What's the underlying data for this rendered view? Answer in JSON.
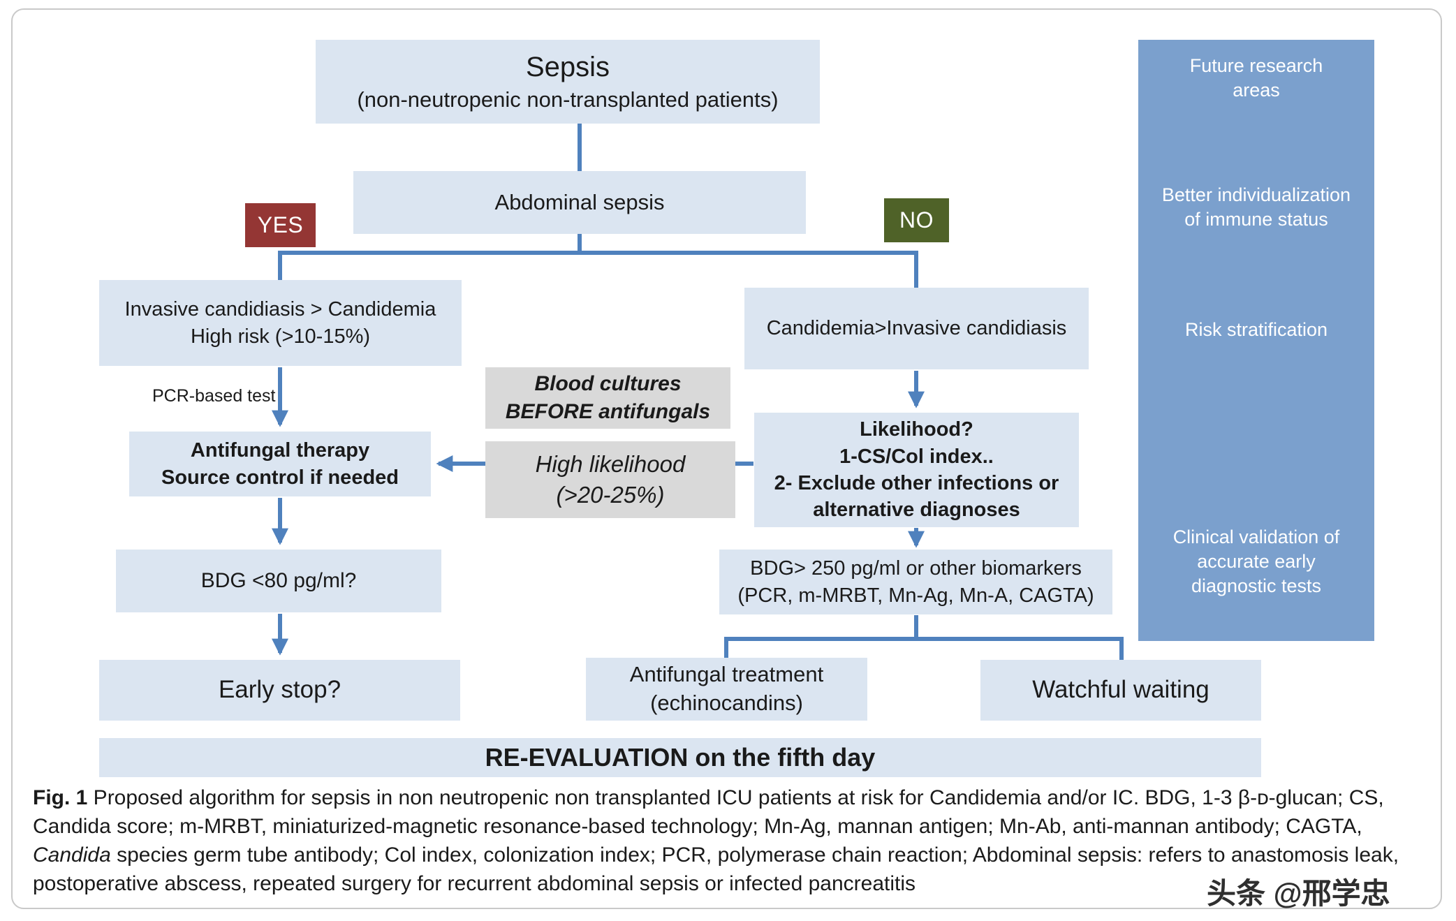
{
  "colors": {
    "box_fill": "#dbe5f1",
    "gray_fill": "#d9d9d9",
    "yes_fill": "#943634",
    "no_fill": "#4f6228",
    "sidebar_fill": "#7ba0cd",
    "arrow": "#4f81bd"
  },
  "flowchart": {
    "sepsis": {
      "title": "Sepsis",
      "subtitle": "(non-neutropenic non-transplanted patients)"
    },
    "abdominal_sepsis": "Abdominal sepsis",
    "branch_yes": "YES",
    "branch_no": "NO",
    "left": {
      "risk": "Invasive candidiasis > Candidemia\nHigh risk (>10-15%)",
      "pcr_label": "PCR-based test",
      "therapy": "Antifungal therapy\nSource control if needed",
      "bdg": "BDG <80 pg/ml?",
      "early_stop": "Early stop?"
    },
    "middle": {
      "blood_cultures": "Blood cultures\nBEFORE antifungals",
      "high_likelihood": "High likelihood\n(>20-25%)"
    },
    "right": {
      "candidemia": "Candidemia>Invasive candidiasis",
      "likelihood": "Likelihood?\n1-CS/Col index..\n2- Exclude other infections or\nalternative diagnoses",
      "bdg_biomarkers": "BDG> 250 pg/ml or other biomarkers\n(PCR, m-MRBT, Mn-Ag, Mn-A, CAGTA)",
      "antifungal_treatment": "Antifungal treatment\n(echinocandins)",
      "watchful_waiting": "Watchful waiting"
    },
    "reevaluation": "RE-EVALUATION on the fifth day",
    "sidebar": {
      "items": [
        "Future research\nareas",
        "Better individualization\nof immune status",
        "Risk stratification",
        "Clinical validation of\naccurate early\ndiagnostic tests"
      ]
    }
  },
  "caption": {
    "label": "Fig. 1",
    "part1": " Proposed algorithm for sepsis in non neutropenic non transplanted ICU patients at risk for Candidemia and/or IC. BDG, 1-3 β-ᴅ-glucan; CS, Candida score; m-MRBT, miniaturized-magnetic resonance-based technology; Mn-Ag, mannan antigen; Mn-Ab, anti-mannan antibody; CAGTA, ",
    "italic_word": "Candida",
    "part2": " species germ tube antibody; Col index, colonization index; PCR, polymerase chain reaction; Abdominal sepsis: refers to anastomosis leak, postoperative abscess, repeated surgery for recurrent abdominal sepsis or infected pancreatitis"
  },
  "watermark": "头条 @邢学忠"
}
